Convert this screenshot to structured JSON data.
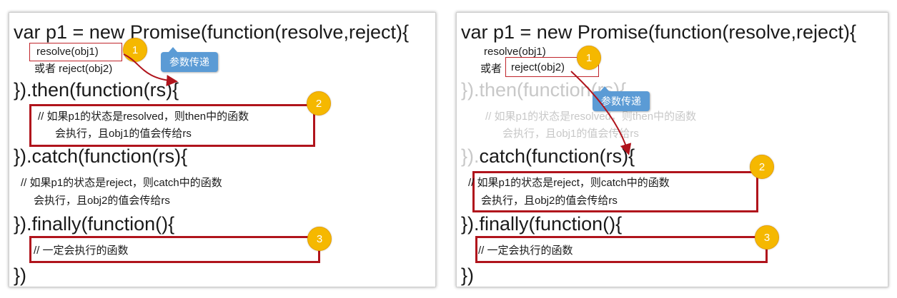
{
  "left": {
    "line1": "var p1 = new Promise(function(resolve,reject){",
    "resolve_call": "resolve(obj1)",
    "or_reject": "或者 reject(obj2)",
    "then_line": "}).then(function(rs){",
    "then_comment_1": "// 如果p1的状态是resolved，则then中的函数",
    "then_comment_2": "会执行，且obj1的值会传给rs",
    "catch_line": "}).catch(function(rs){",
    "catch_comment_1": "// 如果p1的状态是reject，则catch中的函数",
    "catch_comment_2": "会执行，且obj2的值会传给rs",
    "finally_line": "}).finally(function(){",
    "finally_comment": "// 一定会执行的函数",
    "closing": "})",
    "callout": "参数传递",
    "badges": [
      "1",
      "2",
      "3"
    ]
  },
  "right": {
    "line1": "var p1 = new Promise(function(resolve,reject){",
    "resolve_call": "resolve(obj1)",
    "or_label": "或者",
    "reject_call": "reject(obj2)",
    "then_line": "}).then(function(rs){",
    "then_comment_1": "// 如果p1的状态是resolved，则then中的函数",
    "then_comment_2": "会执行，且obj1的值会传给rs",
    "catch_prefix": "}).",
    "catch_rest": "catch(function(rs){",
    "catch_comment_1": "// 如果p1的状态是reject，则catch中的函数",
    "catch_comment_2": "会执行，且obj2的值会传给rs",
    "finally_line": "}).finally(function(){",
    "finally_comment": "// 一定会执行的函数",
    "closing": "})",
    "callout": "参数传递",
    "badges": [
      "1",
      "2",
      "3"
    ]
  },
  "colors": {
    "box": "#b0141c",
    "badge": "#f5b800",
    "callout": "#5b9bd5",
    "faded": "#c8c8c8"
  }
}
